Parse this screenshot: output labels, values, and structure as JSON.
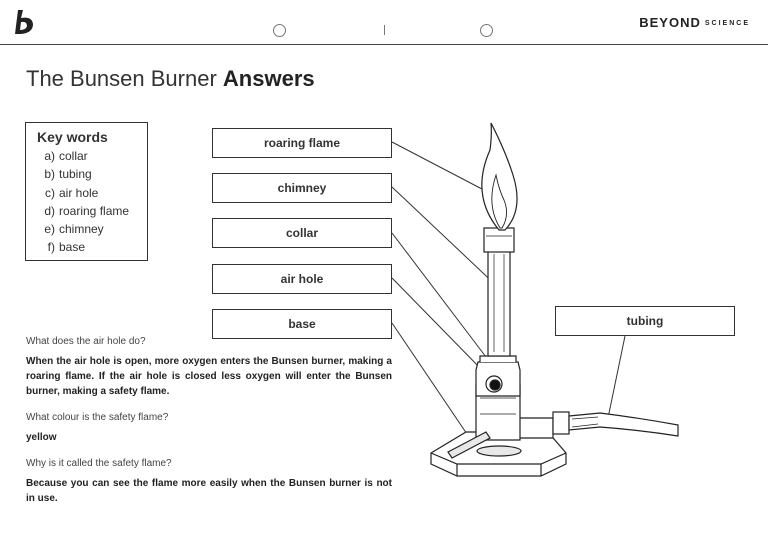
{
  "header": {
    "brand_main": "BEYOND",
    "brand_sub": "SCIENCE"
  },
  "title": {
    "main": "The Bunsen Burner",
    "emphasis": "Answers"
  },
  "key_words": {
    "heading": "Key words",
    "items": [
      {
        "letter": "a)",
        "word": "collar"
      },
      {
        "letter": "b)",
        "word": "tubing"
      },
      {
        "letter": "c)",
        "word": "air hole"
      },
      {
        "letter": "d)",
        "word": "roaring flame"
      },
      {
        "letter": "e)",
        "word": "chimney"
      },
      {
        "letter": "f)",
        "word": "base"
      }
    ]
  },
  "labels": {
    "roaring_flame": "roaring flame",
    "chimney": "chimney",
    "collar": "collar",
    "air_hole": "air hole",
    "base": "base",
    "tubing": "tubing"
  },
  "questions": [
    {
      "question": "What does the air hole do?",
      "answer": "When the air hole is open, more oxygen enters the Bunsen burner, making a roaring flame. If the air hole is closed less oxygen will enter the Bunsen burner, making a safety flame."
    },
    {
      "question": "What colour is the safety flame?",
      "answer": "yellow"
    },
    {
      "question": "Why is it called the safety flame?",
      "answer": "Because you can see the flame more easily when the Bunsen burner is not in use."
    }
  ]
}
